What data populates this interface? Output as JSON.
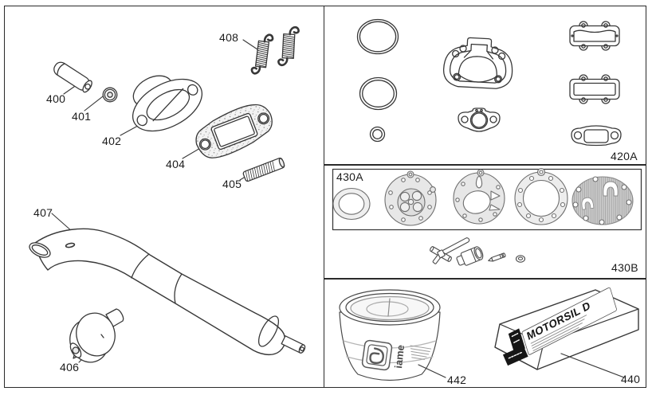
{
  "part_labels": {
    "n400": "400",
    "n401": "401",
    "n402": "402",
    "n404": "404",
    "n405": "405",
    "n406": "406",
    "n407": "407",
    "n408": "408"
  },
  "kit_labels": {
    "gasket_set": "420A",
    "carb_diaphragm_kit": "430A",
    "carb_needle_kit": "430B",
    "sealant_box": "440",
    "grease_tub": "442"
  },
  "products": {
    "sealant_name": "MOTORSIL D",
    "tub_brand": "iame"
  },
  "colors": {
    "line": "#383838",
    "panel_border": "#2a2a2a",
    "light_fill": "#f5f5f5",
    "diaphragm_gray": "#e7e7e7",
    "fabric_gray": "#cccccc"
  }
}
